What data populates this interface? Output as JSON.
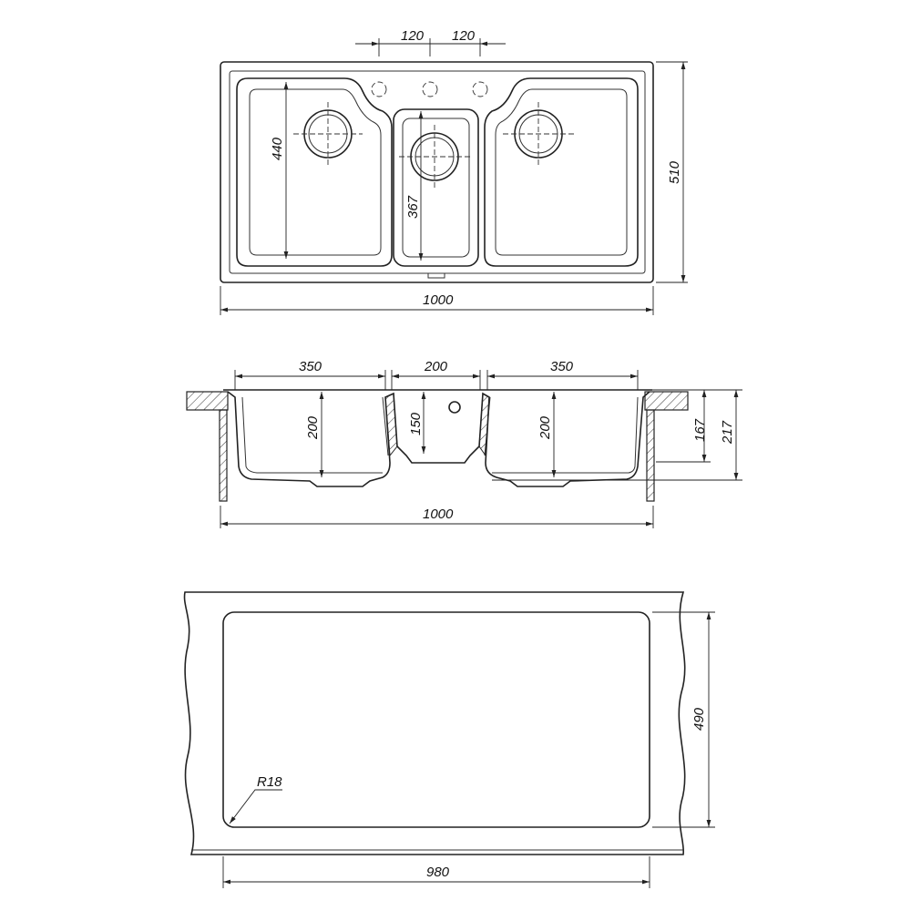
{
  "top_view": {
    "tap_spacing_left": "120",
    "tap_spacing_right": "120",
    "bowl_length_side": "440",
    "bowl_length_middle": "367",
    "overall_depth": "510",
    "overall_width": "1000"
  },
  "side_view": {
    "left_bowl_width": "350",
    "middle_bowl_width": "200",
    "right_bowl_width": "350",
    "left_bowl_depth": "200",
    "middle_bowl_depth": "150",
    "right_bowl_depth": "200",
    "depth_below_counter": "167",
    "total_height": "217",
    "overall_width": "1000"
  },
  "cutout_view": {
    "cutout_depth": "490",
    "cutout_width": "980",
    "corner_radius": "R18"
  }
}
